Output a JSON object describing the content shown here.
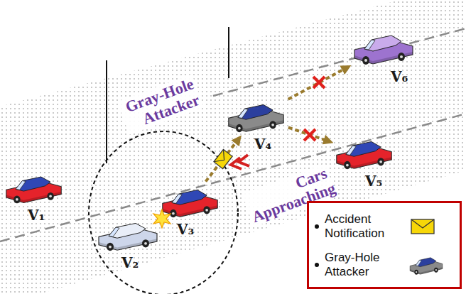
{
  "diagram": {
    "nodes": [
      {
        "text": [
          "V₁"
        ]
      },
      {
        "text": [
          "V₂"
        ]
      },
      {
        "text": [
          "V₃"
        ]
      },
      {
        "text": [
          "V₄"
        ]
      },
      {
        "text": [
          "V₅"
        ]
      },
      {
        "text": [
          "V₆"
        ]
      }
    ],
    "edges": [
      {
        "from": 2,
        "to": 3,
        "arrow": "to"
      },
      {
        "from": 3,
        "to": 5,
        "arrow": "to"
      },
      {
        "from": 3,
        "to": 4,
        "arrow": "to"
      }
    ],
    "labels": [
      "Gray-Hole Attacker",
      "Cars Approaching"
    ],
    "legend": [
      {
        "text": "Accident Notification"
      },
      {
        "text": "Gray-Hole Attacker"
      }
    ]
  }
}
